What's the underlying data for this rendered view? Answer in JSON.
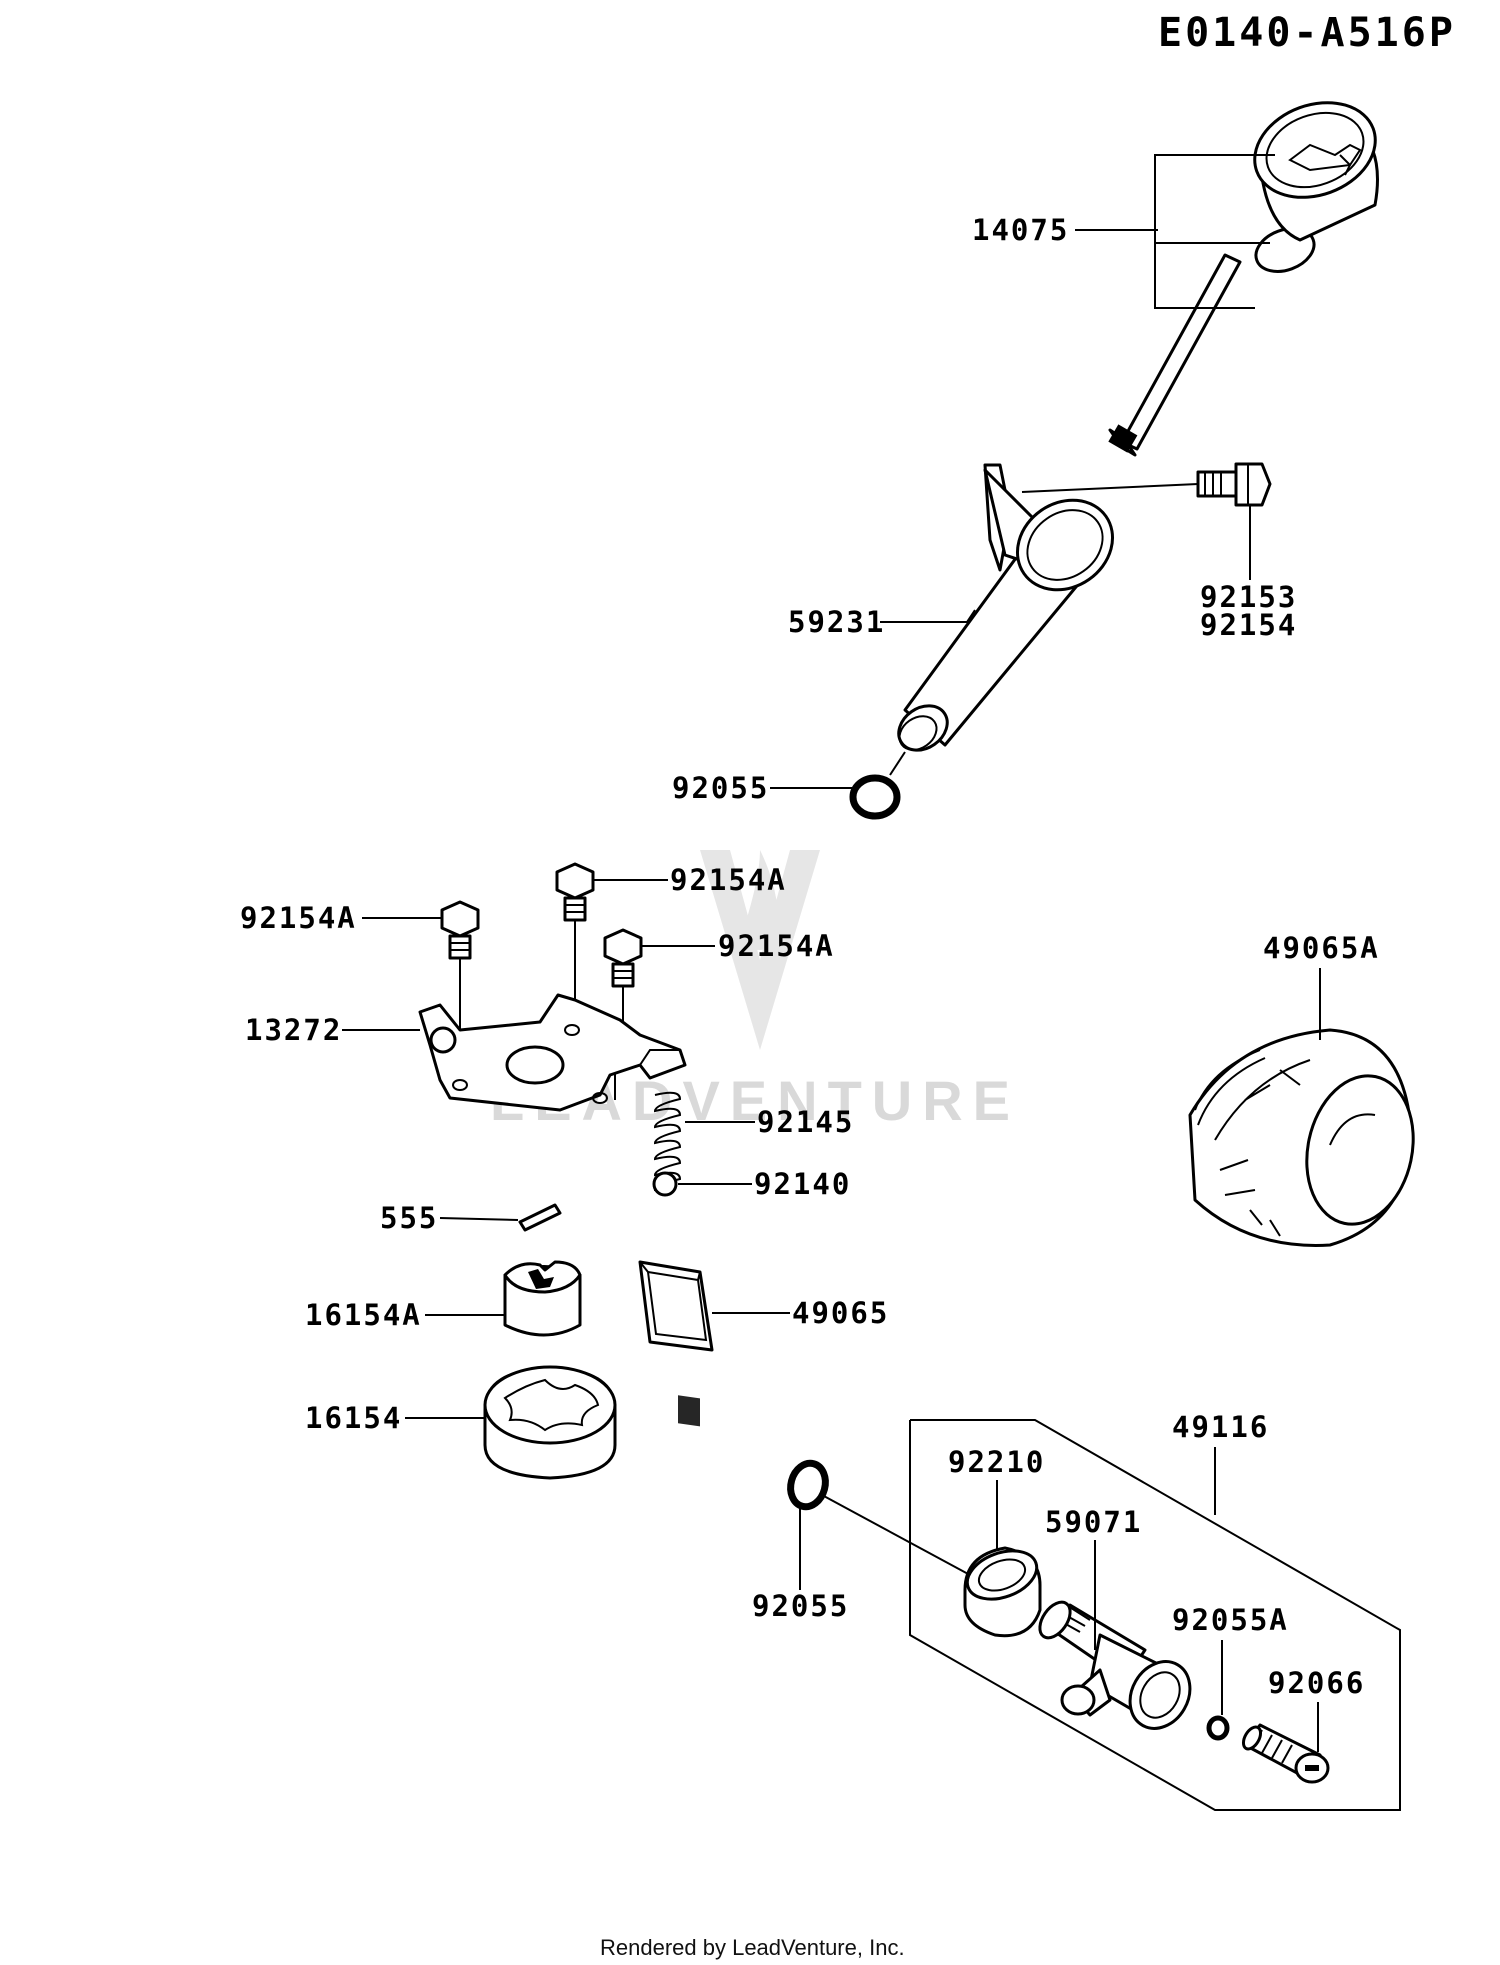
{
  "diagram_code": "E0140-A516P",
  "watermark": "LEADVENTURE",
  "footer": "Rendered by LeadVenture, Inc.",
  "labels": {
    "p14075": "14075",
    "p92153": "92153",
    "p92154": "92154",
    "p59231": "59231",
    "p92055_top": "92055",
    "p92154A_1": "92154A",
    "p92154A_2": "92154A",
    "p92154A_3": "92154A",
    "p49065A": "49065A",
    "p13272": "13272",
    "p92145": "92145",
    "p92140": "92140",
    "p555": "555",
    "p16154A": "16154A",
    "p49065": "49065",
    "p16154": "16154",
    "p49116": "49116",
    "p92210": "92210",
    "p59071": "59071",
    "p92055_bottom": "92055",
    "p92055A": "92055A",
    "p92066": "92066"
  }
}
